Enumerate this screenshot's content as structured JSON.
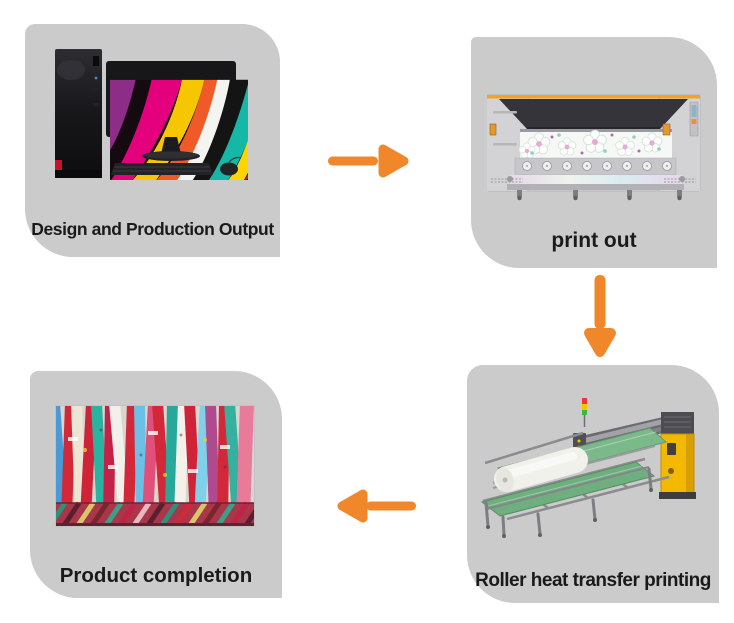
{
  "diagram": {
    "colors": {
      "background": "#ffffff",
      "panel_bg": "#cbcbcb",
      "arrow": "#f0882b",
      "label": "#1a1a1a"
    },
    "steps": [
      {
        "name": "design",
        "label": "Design and Production Output",
        "illustration": "desktop-computer"
      },
      {
        "name": "print",
        "label": "print out",
        "illustration": "wide-format-printer"
      },
      {
        "name": "roller",
        "label": "Roller heat transfer printing",
        "illustration": "roller-heat-transfer-machine"
      },
      {
        "name": "product",
        "label": "Product completion",
        "illustration": "fabric-rolls-photo"
      }
    ],
    "arrows": [
      {
        "from": "design",
        "to": "print",
        "direction": "right"
      },
      {
        "from": "print",
        "to": "roller",
        "direction": "down"
      },
      {
        "from": "roller",
        "to": "product",
        "direction": "left"
      }
    ]
  }
}
